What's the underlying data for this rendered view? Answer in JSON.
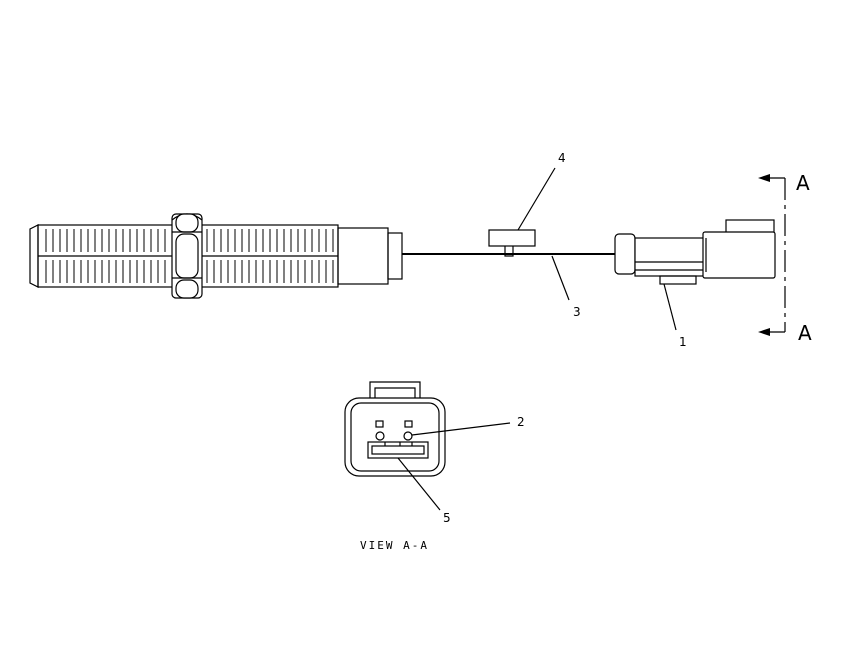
{
  "callouts": {
    "c1": "1",
    "c2": "2",
    "c3": "3",
    "c4": "4",
    "c5": "5"
  },
  "section": {
    "top_letter": "A",
    "bottom_letter": "A"
  },
  "view_caption": "VIEW  A-A"
}
